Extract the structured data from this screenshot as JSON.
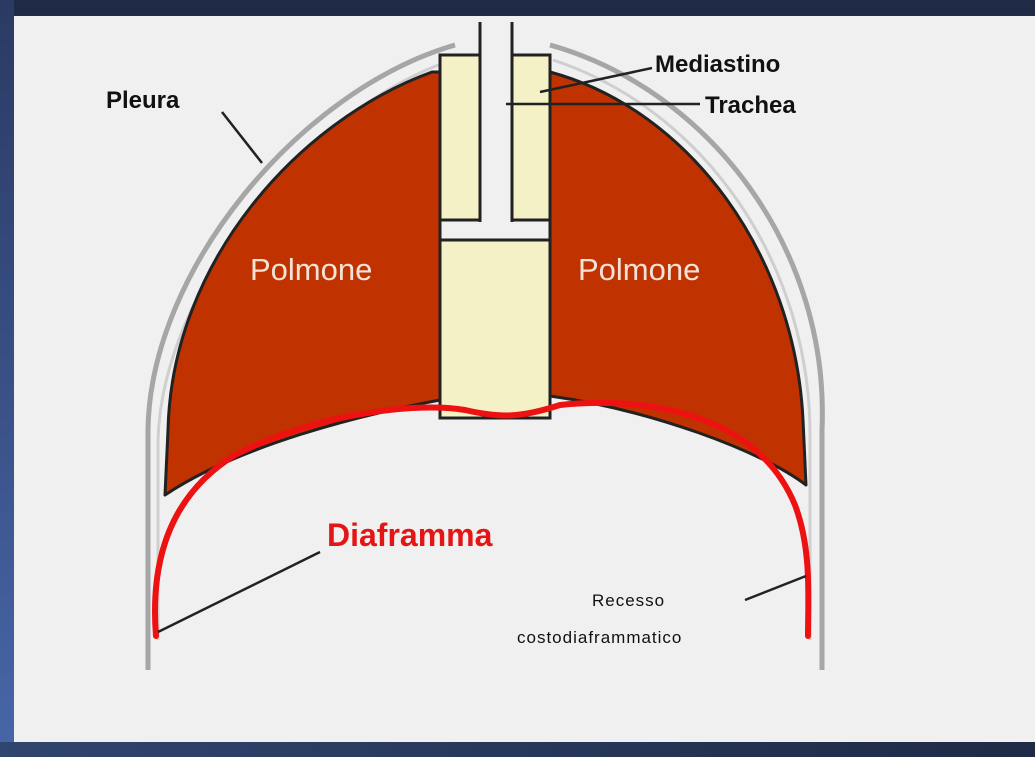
{
  "labels": {
    "pleura": "Pleura",
    "mediastino": "Mediastino",
    "trachea": "Trachea",
    "polmone_left": "Polmone",
    "polmone_right": "Polmone",
    "diaframma": "Diaframma",
    "recesso_line1": "Recesso",
    "recesso_line2": "costodiaframmatico"
  },
  "colors": {
    "lung": "#c03300",
    "mediastinum": "#f4f1c6",
    "diaphragm": "#ee1111",
    "pleura": "#a6a6a6",
    "canvas": "#f0f0f0"
  }
}
